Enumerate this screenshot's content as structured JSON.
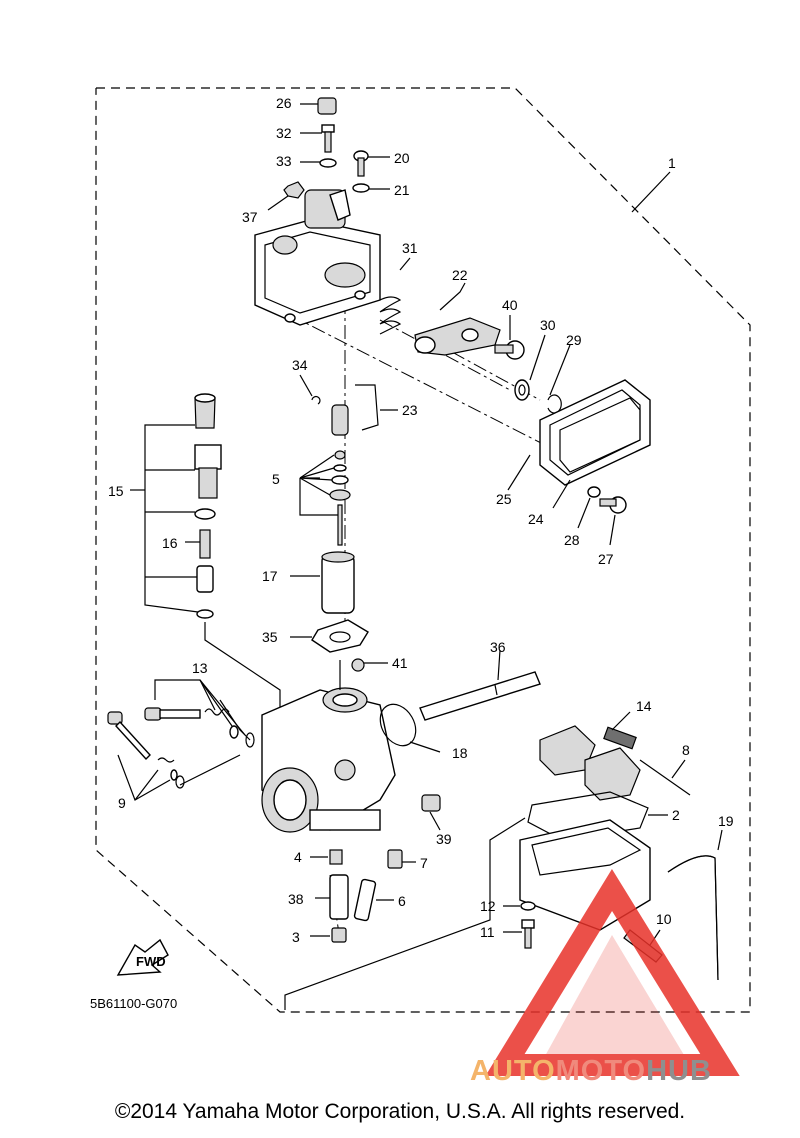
{
  "diagram": {
    "drawing_code": "5B61100-G070",
    "fwd_label": "FWD",
    "copyright": "©2014 Yamaha Motor Corporation, U.S.A. All rights reserved.",
    "callouts": [
      "1",
      "2",
      "3",
      "4",
      "5",
      "6",
      "7",
      "8",
      "9",
      "10",
      "11",
      "12",
      "13",
      "14",
      "15",
      "16",
      "17",
      "18",
      "19",
      "20",
      "21",
      "22",
      "23",
      "24",
      "25",
      "26",
      "27",
      "28",
      "29",
      "30",
      "31",
      "32",
      "33",
      "34",
      "35",
      "36",
      "37",
      "38",
      "39",
      "40",
      "41"
    ]
  },
  "watermark": {
    "brand_part1": "AUTO",
    "brand_part2": "MOTO",
    "brand_part3": "HUB",
    "colors": {
      "auto": "#f4b46a",
      "moto": "#f08a7c",
      "hub": "#8f8f8f",
      "triangle": "#e8322a"
    }
  }
}
